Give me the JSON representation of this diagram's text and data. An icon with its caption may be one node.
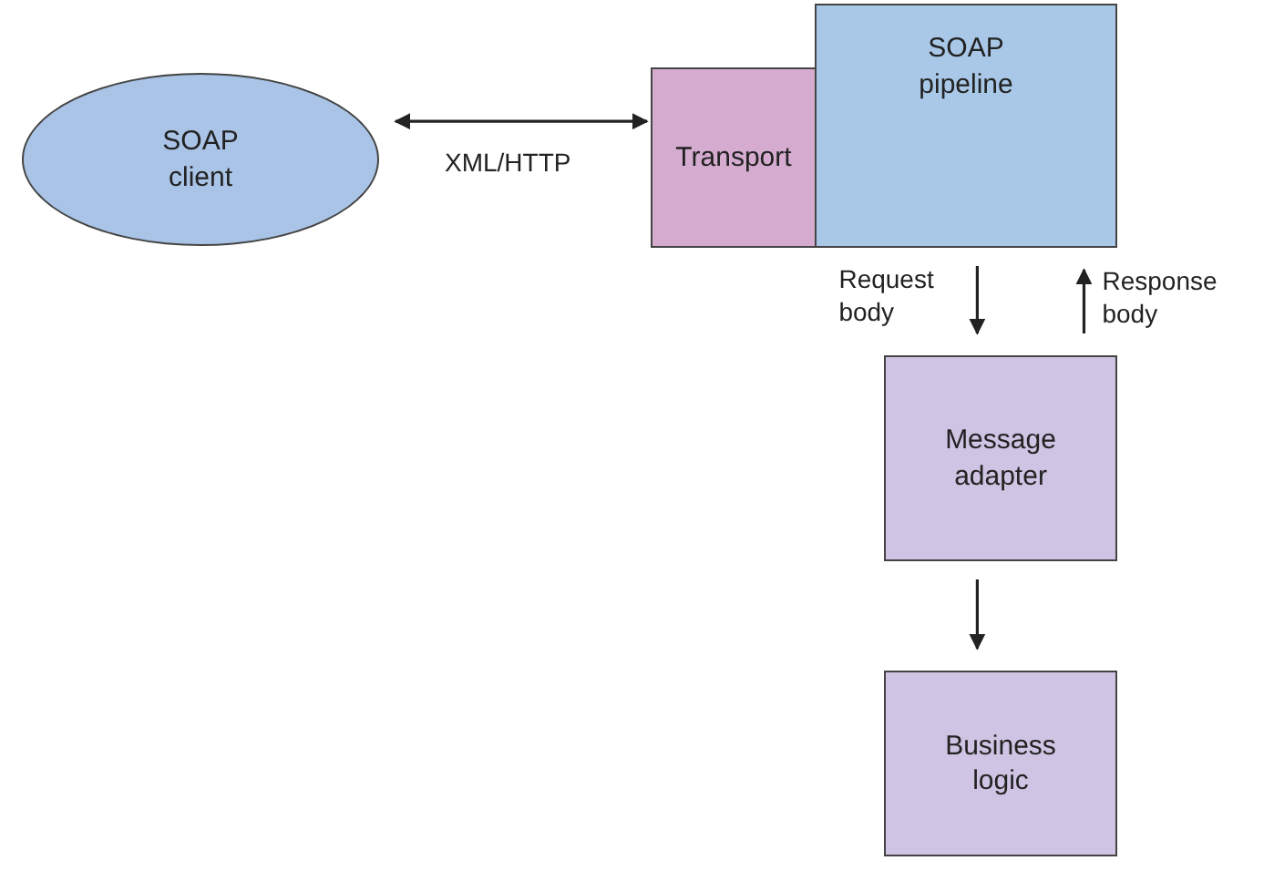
{
  "diagram": {
    "nodes": [
      {
        "text": [
          "SOAP client"
        ]
      },
      {
        "text": [
          "Transport"
        ]
      },
      {
        "text": [
          "SOAP pipeline"
        ]
      },
      {
        "text": [
          "Message adapter"
        ]
      },
      {
        "text": [
          "Business logic"
        ]
      }
    ],
    "edges": [
      {
        "from": 0,
        "to": 1,
        "arrow": "both",
        "label": "XML/HTTP"
      },
      {
        "from": 2,
        "to": 3,
        "arrow": "to",
        "label": "Request body"
      },
      {
        "from": 3,
        "to": 2,
        "arrow": "to",
        "label": "Response body"
      },
      {
        "from": 3,
        "to": 4,
        "arrow": "to"
      }
    ]
  }
}
